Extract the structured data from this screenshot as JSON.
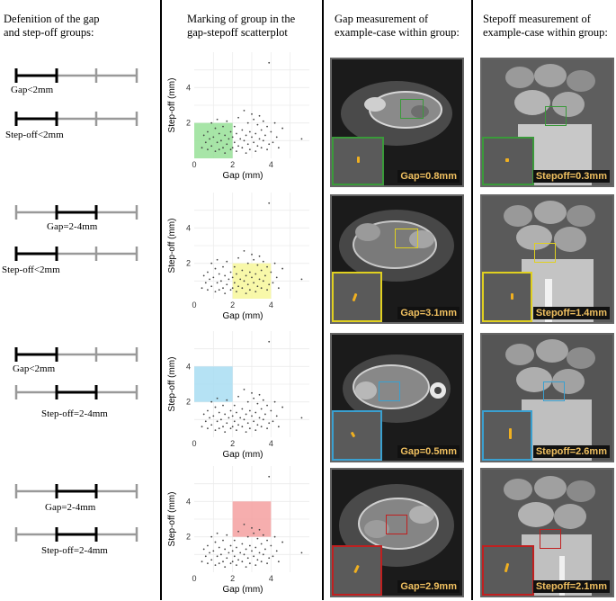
{
  "headers": {
    "col1": [
      "Defenition of the gap",
      "and step-off groups:"
    ],
    "col2": [
      "Marking of group in the",
      "gap-stepoff scatterplot"
    ],
    "col3": [
      "Gap measurement of",
      "example-case within group:"
    ],
    "col4": [
      "Stepoff measurement of",
      "example-case within group:"
    ]
  },
  "groups": [
    {
      "gap_label": "Gap<2mm",
      "stepoff_label": "Step-off<2mm",
      "color": "#98e098",
      "frame_color": "#3a9a3a",
      "text_color": "#f0c060",
      "gap_measure": "Gap=0.8mm",
      "stepoff_measure": "Stepoff=0.3mm"
    },
    {
      "gap_label": "Gap=2-4mm",
      "stepoff_label": "Step-off<2mm",
      "color": "#f7f79a",
      "frame_color": "#e0d020",
      "text_color": "#f0c060",
      "gap_measure": "Gap=3.1mm",
      "stepoff_measure": "Stepoff=1.4mm"
    },
    {
      "gap_label": "Gap<2mm",
      "stepoff_label": "Step-off=2-4mm",
      "color": "#a8ddf2",
      "frame_color": "#3aa0d0",
      "text_color": "#f0c060",
      "gap_measure": "Gap=0.5mm",
      "stepoff_measure": "Stepoff=2.6mm"
    },
    {
      "gap_label": "Gap=2-4mm",
      "stepoff_label": "Step-off=2-4mm",
      "color": "#f5a0a0",
      "frame_color": "#c02020",
      "text_color": "#f0c060",
      "gap_measure": "Gap=2.9mm",
      "stepoff_measure": "Stepoff=2.1mm"
    }
  ],
  "chart_data": {
    "type": "scatter",
    "xlabel": "Gap (mm)",
    "ylabel": "Step-off (mm)",
    "xlim": [
      0,
      6
    ],
    "ylim": [
      0,
      6
    ],
    "xticks": [
      0,
      2,
      4
    ],
    "yticks": [
      2,
      4
    ],
    "grid": true,
    "highlight_regions": [
      {
        "group": 1,
        "x": [
          0,
          2
        ],
        "y": [
          0,
          2
        ]
      },
      {
        "group": 2,
        "x": [
          2,
          4
        ],
        "y": [
          0,
          2
        ]
      },
      {
        "group": 3,
        "x": [
          0,
          2
        ],
        "y": [
          2,
          4
        ]
      },
      {
        "group": 4,
        "x": [
          2,
          4
        ],
        "y": [
          2,
          4
        ]
      }
    ],
    "points": [
      [
        3.9,
        5.4
      ],
      [
        2.6,
        2.7
      ],
      [
        3.0,
        2.5
      ],
      [
        3.4,
        2.4
      ],
      [
        2.3,
        2.3
      ],
      [
        3.1,
        2.2
      ],
      [
        1.2,
        2.2
      ],
      [
        1.7,
        2.1
      ],
      [
        3.6,
        2.1
      ],
      [
        4.2,
        2.0
      ],
      [
        2.8,
        2.0
      ],
      [
        0.9,
        2.0
      ],
      [
        3.3,
        1.9
      ],
      [
        1.5,
        1.8
      ],
      [
        2.1,
        1.8
      ],
      [
        3.8,
        1.8
      ],
      [
        4.6,
        1.7
      ],
      [
        1.1,
        1.7
      ],
      [
        2.5,
        1.6
      ],
      [
        3.5,
        1.6
      ],
      [
        0.7,
        1.5
      ],
      [
        1.9,
        1.5
      ],
      [
        2.9,
        1.5
      ],
      [
        4.0,
        1.5
      ],
      [
        1.3,
        1.4
      ],
      [
        2.2,
        1.4
      ],
      [
        3.2,
        1.4
      ],
      [
        0.5,
        1.3
      ],
      [
        1.6,
        1.3
      ],
      [
        2.7,
        1.3
      ],
      [
        3.7,
        1.3
      ],
      [
        1.0,
        1.2
      ],
      [
        2.0,
        1.2
      ],
      [
        3.0,
        1.2
      ],
      [
        4.3,
        1.2
      ],
      [
        0.8,
        1.1
      ],
      [
        1.8,
        1.1
      ],
      [
        2.4,
        1.1
      ],
      [
        3.4,
        1.1
      ],
      [
        5.6,
        1.1
      ],
      [
        1.4,
        1.0
      ],
      [
        2.6,
        1.0
      ],
      [
        3.6,
        1.0
      ],
      [
        0.6,
        0.9
      ],
      [
        1.2,
        0.9
      ],
      [
        2.1,
        0.9
      ],
      [
        3.1,
        0.9
      ],
      [
        4.1,
        0.9
      ],
      [
        1.7,
        0.8
      ],
      [
        2.8,
        0.8
      ],
      [
        3.9,
        0.8
      ],
      [
        0.9,
        0.7
      ],
      [
        2.3,
        0.7
      ],
      [
        3.3,
        0.7
      ],
      [
        1.5,
        0.6
      ],
      [
        2.5,
        0.6
      ],
      [
        3.5,
        0.6
      ],
      [
        0.7,
        0.5
      ],
      [
        1.9,
        0.5
      ],
      [
        2.9,
        0.5
      ],
      [
        1.1,
        0.4
      ],
      [
        2.2,
        0.4
      ],
      [
        3.2,
        0.4
      ],
      [
        1.6,
        0.3
      ],
      [
        2.7,
        0.3
      ],
      [
        0.4,
        0.6
      ],
      [
        3.8,
        0.5
      ],
      [
        4.4,
        0.6
      ],
      [
        1.3,
        0.5
      ],
      [
        2.0,
        0.6
      ]
    ]
  }
}
